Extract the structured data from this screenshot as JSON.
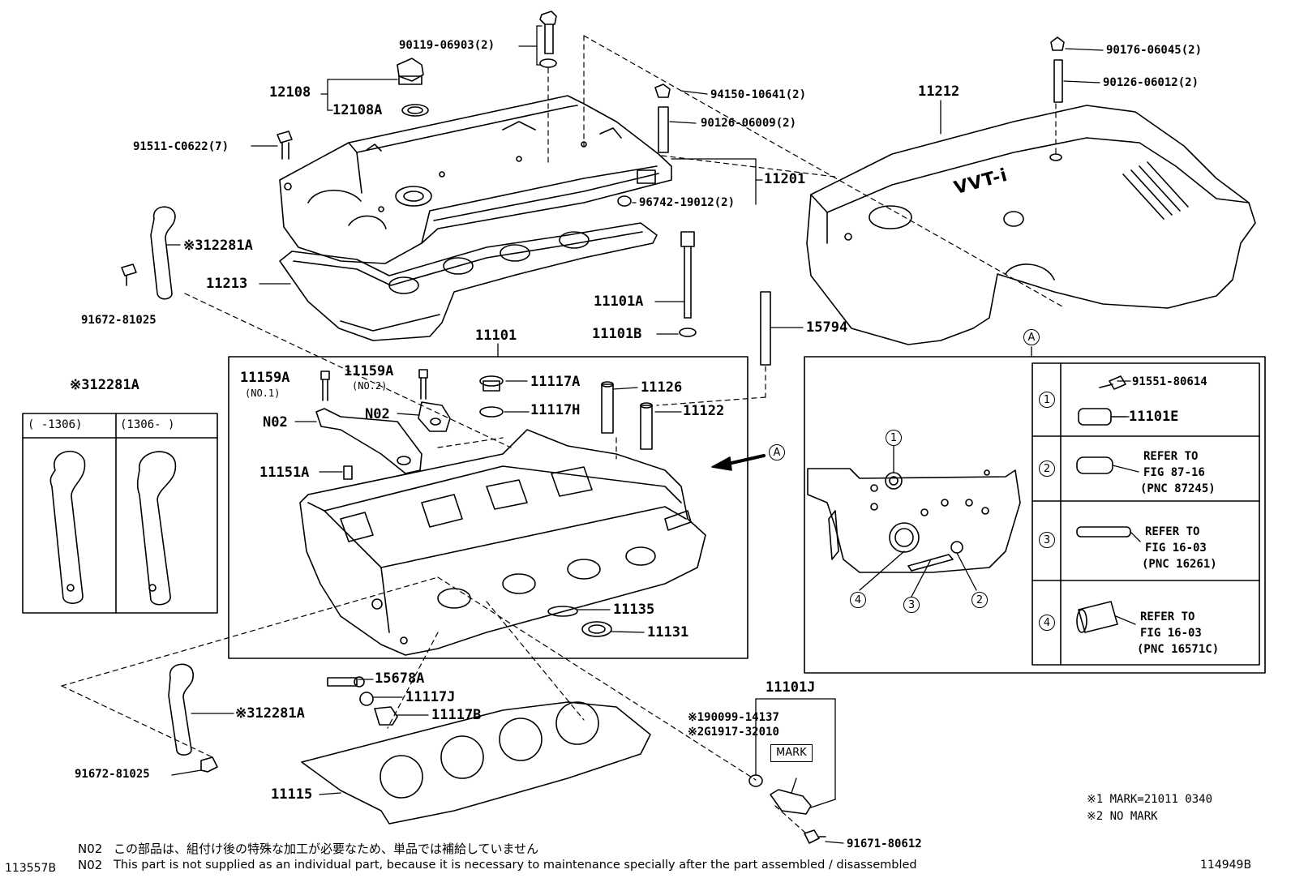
{
  "labels": {
    "p90119": "90119-06903(2)",
    "p12108": "12108",
    "p12108A": "12108A",
    "p91511": "91511-C0622(7)",
    "p94150": "94150-10641(2)",
    "p90126a": "90126-06009(2)",
    "p11201": "11201",
    "p96742": "96742-19012(2)",
    "p90176": "90176-06045(2)",
    "p90126b": "90126-06012(2)",
    "p11212": "11212",
    "p12281A_top": "※312281A",
    "p11213": "11213",
    "p91672_top": "91672-81025",
    "p11101A": "11101A",
    "p11101B": "11101B",
    "p15794": "15794",
    "p11101": "11101",
    "p11159A_1": "11159A",
    "p11159A_1s": "(NO.1)",
    "p11159A_2": "11159A",
    "p11159A_2s": "(NO.2)",
    "p11117A": "11117A",
    "p11126": "11126",
    "p11117H": "11117H",
    "p11122": "11122",
    "pN02_a": "N02",
    "pN02_b": "N02",
    "p11151A": "11151A",
    "p11135": "11135",
    "p11131": "11131",
    "p15678A": "15678A",
    "p11117J": "11117J",
    "p11117B": "11117B",
    "p12281A_bot": "※312281A",
    "p91672_bot": "91672-81025",
    "p11115": "11115",
    "p11101J": "11101J",
    "p190099": "※190099-14137",
    "p2G1917": "※2G1917-32010",
    "p91671": "91671-80612",
    "pMark": "MARK",
    "p91551": "91551-80614",
    "p11101E": "11101E",
    "circleA_top": "A",
    "circleA_arrow": "A"
  },
  "inset_12281A": {
    "title": "※312281A",
    "col1": "(     -1306)",
    "col2": "(1306-     )"
  },
  "refer_table": {
    "rows": [
      {
        "num": "1",
        "part": "91551-80614",
        "part2": "11101E"
      },
      {
        "num": "2",
        "text1": "REFER TO",
        "text2": "FIG 87-16",
        "text3": "(PNC 87245)"
      },
      {
        "num": "3",
        "text1": "REFER TO",
        "text2": "FIG 16-03",
        "text3": "(PNC 16261)"
      },
      {
        "num": "4",
        "text1": "REFER TO",
        "text2": "FIG 16-03",
        "text3": "(PNC 16571C)"
      }
    ]
  },
  "detail_callouts": [
    "1",
    "4",
    "3",
    "2"
  ],
  "marks_legend": {
    "m1": "※1 MARK=21011 0340",
    "m2": "※2 NO MARK"
  },
  "footnotes": {
    "jp_code": "N02",
    "jp_text": "この部品は、組付け後の特殊な加工が必要なため、単品では補給していません",
    "en_code": "N02",
    "en_text": "This part is not supplied as an individual part, because it is necessary to maintenance specially after the part assembled / disassembled",
    "left_id": "113557B",
    "right_id": "114949B"
  },
  "badge": "VVT-i"
}
